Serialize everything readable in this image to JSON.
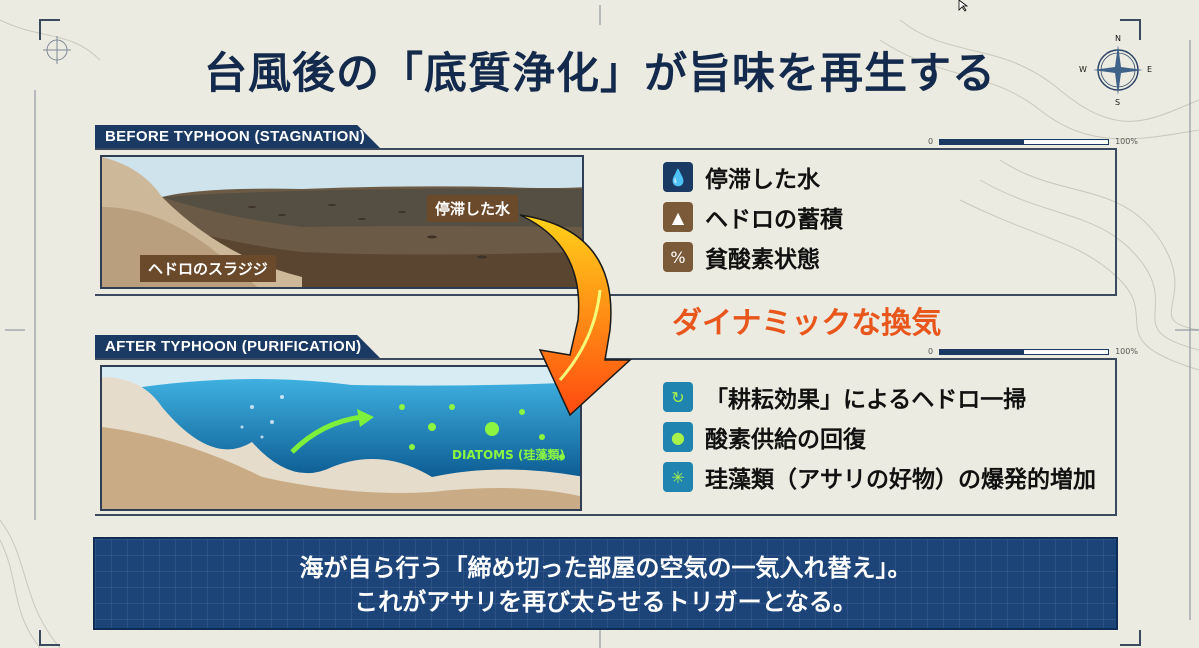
{
  "title": "台風後の「底質浄化」が旨味を再生する",
  "compass": {
    "n": "N",
    "e": "E",
    "s": "S",
    "w": "W"
  },
  "scale_bar": {
    "start": "0",
    "end": "100%"
  },
  "before": {
    "header": "BEFORE TYPHOON (STAGNATION)",
    "scene_labels": {
      "water": "停滞した水",
      "sludge": "ヘドロのスラジジ"
    },
    "items": [
      {
        "icon": "water-drop-icon",
        "label": "停滞した水"
      },
      {
        "icon": "sludge-pile-icon",
        "label": "ヘドロの蓄積"
      },
      {
        "icon": "percent-icon",
        "label": "貧酸素状態"
      }
    ]
  },
  "transition": {
    "label": "ダイナミックな換気"
  },
  "after": {
    "header": "AFTER TYPHOON (PURIFICATION)",
    "scene_labels": {
      "diatoms": "DIATOMS (珪藻類)"
    },
    "items": [
      {
        "icon": "cycle-arrow-icon",
        "label": "「耕耘効果」によるヘドロ一掃"
      },
      {
        "icon": "oxygen-drops-icon",
        "label": "酸素供給の回復"
      },
      {
        "icon": "diatom-icon",
        "label": "珪藻類（アサリの好物）の爆発的増加"
      }
    ]
  },
  "banner": {
    "line1": "海が自ら行う「締め切った部屋の空気の一気入れ替え」。",
    "line2": "これがアサリを再び太らせるトリガーとなる。"
  },
  "colors": {
    "navy": "#1b3a63",
    "orange": "#e8561c",
    "brown": "#7a5a39",
    "teal": "#1f84b0"
  }
}
